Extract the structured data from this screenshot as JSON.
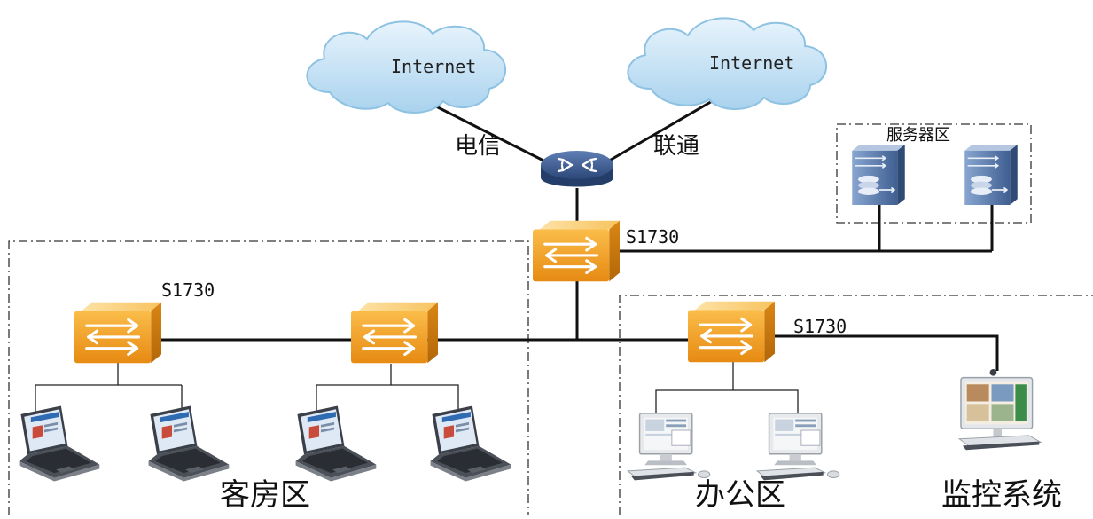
{
  "clouds": [
    {
      "label": "Internet"
    },
    {
      "label": "Internet"
    }
  ],
  "isp": {
    "left": "电信",
    "right": "联通"
  },
  "switches": {
    "core": "S1730",
    "guest": "S1730",
    "office": "S1730"
  },
  "zones": {
    "server": "服务器区",
    "guest": "客房区",
    "office": "办公区",
    "monitor": "监控系统"
  },
  "colors": {
    "switch_orange": "#f5a623",
    "cloud_blue": "#c6e4f5",
    "router_blue": "#2f4d7f",
    "server_blue": "#5b7fb0",
    "line": "#111111"
  }
}
